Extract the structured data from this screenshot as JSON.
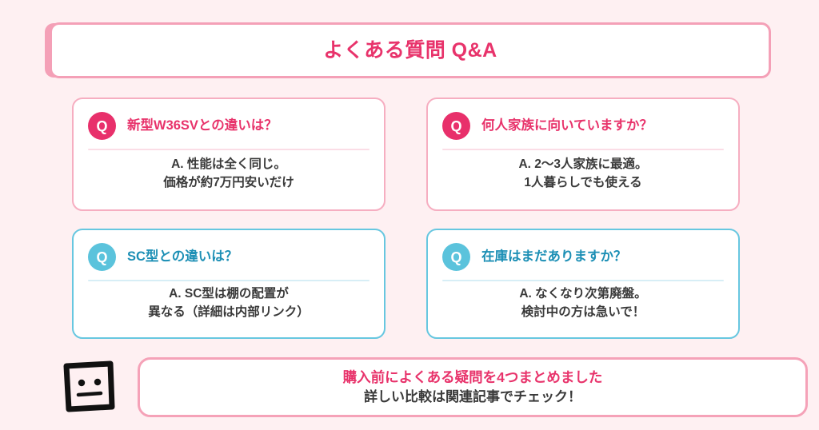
{
  "header": {
    "title": "よくある質問 Q&A",
    "title_color": "#e8336b",
    "border_color": "#f4a0b7"
  },
  "background_color": "#fef0f2",
  "theme": {
    "pink_accent": "#e8306b",
    "pink_border": "#f6aec1",
    "cyan_accent": "#5bc3dc",
    "cyan_border": "#67c7e0",
    "cyan_text": "#1c8fb5",
    "answer_text": "#3a3a3a"
  },
  "qa_items": [
    {
      "badge_label": "Q",
      "theme": "pink",
      "question": "新型W36SVとの違いは？",
      "answer_lines": [
        "A. 性能は全く同じ。",
        "価格が約7万円安いだけ"
      ]
    },
    {
      "badge_label": "Q",
      "theme": "pink",
      "question": "何人家族に向いていますか？",
      "answer_lines": [
        "A. 2〜3人家族に最適。",
        "1人暮らしでも使える"
      ]
    },
    {
      "badge_label": "Q",
      "theme": "cyan",
      "question": "SC型との違いは？",
      "answer_lines": [
        "A. SC型は棚の配置が",
        "異なる（詳細は内部リンク）"
      ]
    },
    {
      "badge_label": "Q",
      "theme": "cyan",
      "question": "在庫はまだありますか？",
      "answer_lines": [
        "A. なくなり次第廃盤。",
        "検討中の方は急いで！"
      ]
    }
  ],
  "footer": {
    "icon": "neutral-face-icon",
    "line_1": "購入前によくある疑問を4つまとめました",
    "line_2": "詳しい比較は関連記事でチェック！"
  }
}
